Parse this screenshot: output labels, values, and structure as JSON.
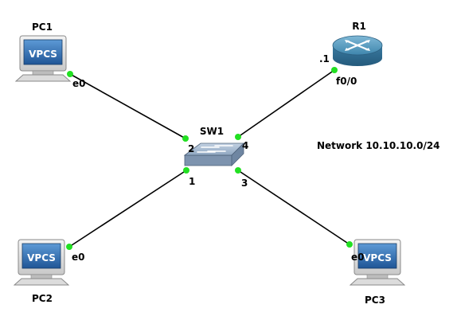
{
  "devices": {
    "pc1": {
      "name": "PC1",
      "screen": "VPCS",
      "port": "e0"
    },
    "pc2": {
      "name": "PC2",
      "screen": "VPCS",
      "port": "e0"
    },
    "pc3": {
      "name": "PC3",
      "screen": "VPCS",
      "port": "e0"
    },
    "router": {
      "name": "R1",
      "ip_suffix": ".1",
      "port": "f0/0"
    },
    "switch": {
      "name": "SW1",
      "ports": {
        "p1": "1",
        "p2": "2",
        "p3": "3",
        "p4": "4"
      }
    }
  },
  "network_label": "Network 10.10.10.0/24",
  "colors": {
    "link_up": "#22e022",
    "vpcs_screen": "#2f6fb4",
    "router_body": "#4e93b8",
    "switch_body": "#8fa6c1"
  },
  "icons": [
    "vpcs-pc-icon",
    "router-icon",
    "switch-icon"
  ]
}
